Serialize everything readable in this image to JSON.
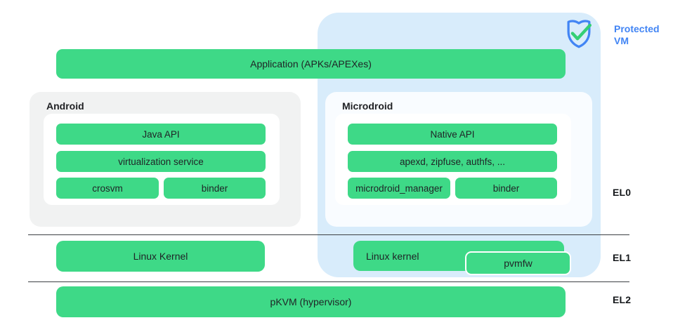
{
  "protected_vm": {
    "label": "Protected VM"
  },
  "application": {
    "label": "Application (APKs/APEXes)"
  },
  "android": {
    "title": "Android",
    "java_api": "Java API",
    "virtualization_service": "virtualization service",
    "crosvm": "crosvm",
    "binder": "binder"
  },
  "microdroid": {
    "title": "Microdroid",
    "native_api": "Native API",
    "apexd": "apexd, zipfuse, authfs, ...",
    "microdroid_manager": "microdroid_manager",
    "binder": "binder"
  },
  "el1": {
    "linux_kernel_host": "Linux Kernel",
    "linux_kernel_guest": "Linux kernel",
    "pvmfw": "pvmfw"
  },
  "el2": {
    "pkvm": "pKVM (hypervisor)"
  },
  "exception_levels": {
    "el0": "EL0",
    "el1": "EL1",
    "el2": "EL2"
  },
  "colors": {
    "android_green": "#3ed987",
    "protected_vm_background": "#d8ecfb",
    "accent_blue": "#4285f4",
    "group_box_gray": "#f1f2f2",
    "divider_line": "#3c4043"
  }
}
